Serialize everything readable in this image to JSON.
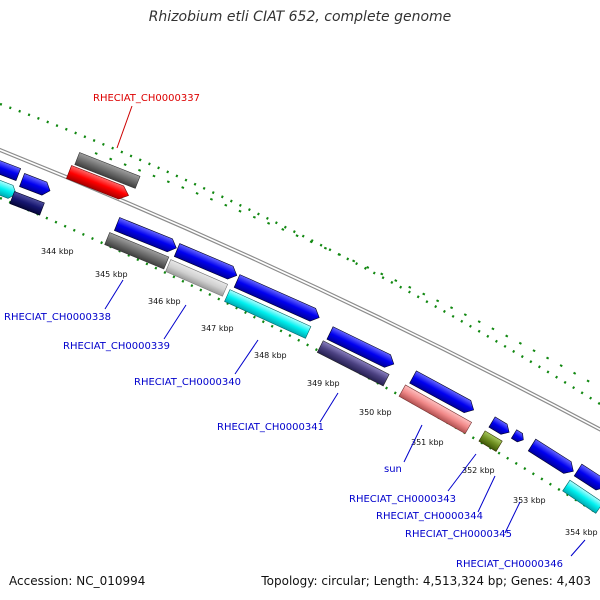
{
  "title": "Rhizobium etli CIAT 652, complete genome",
  "accession": "Accession: NC_010994",
  "topology": "Topology: circular; Length: 4,513,324 bp; Genes: 4,403",
  "highlight_color": "#ff0000",
  "label_color": "#0000cc",
  "kbp_ticks": [
    "344 kbp",
    "345 kbp",
    "346 kbp",
    "347 kbp",
    "348 kbp",
    "349 kbp",
    "350 kbp",
    "351 kbp",
    "352 kbp",
    "353 kbp",
    "354 kbp"
  ],
  "gene_labels": [
    "RHECIAT_CH0000337",
    "RHECIAT_CH0000338",
    "RHECIAT_CH0000339",
    "RHECIAT_CH0000340",
    "RHECIAT_CH0000341",
    "sun",
    "RHECIAT_CH0000343",
    "RHECIAT_CH0000344",
    "RHECIAT_CH0000345",
    "RHECIAT_CH0000346"
  ]
}
